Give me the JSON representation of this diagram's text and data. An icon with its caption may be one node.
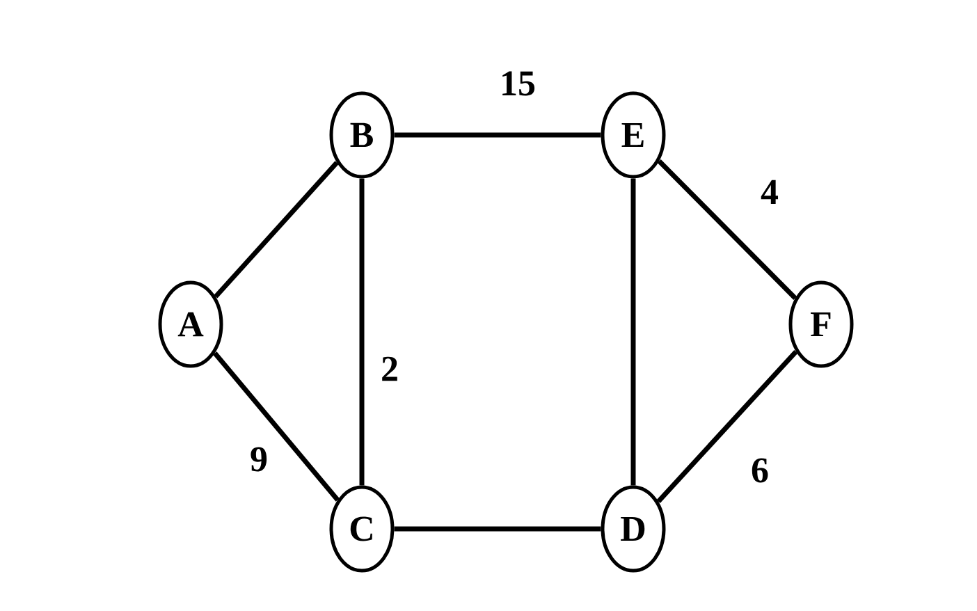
{
  "diagram": {
    "nodes": [
      {
        "text": [
          "A"
        ]
      },
      {
        "text": [
          "B"
        ]
      },
      {
        "text": [
          "E"
        ]
      },
      {
        "text": [
          "F"
        ]
      },
      {
        "text": [
          "C"
        ]
      },
      {
        "text": [
          "D"
        ]
      }
    ],
    "edges": [
      {
        "from": 0,
        "to": 1,
        "arrow": "none"
      },
      {
        "from": 1,
        "to": 2,
        "arrow": "none",
        "label": "15"
      },
      {
        "from": 2,
        "to": 3,
        "arrow": "none",
        "label": "4"
      },
      {
        "from": 0,
        "to": 4,
        "arrow": "none",
        "label": "9"
      },
      {
        "from": 1,
        "to": 4,
        "arrow": "none",
        "label": "2"
      },
      {
        "from": 2,
        "to": 5,
        "arrow": "none"
      },
      {
        "from": 4,
        "to": 5,
        "arrow": "none"
      },
      {
        "from": 5,
        "to": 3,
        "arrow": "none",
        "label": "6"
      }
    ]
  }
}
